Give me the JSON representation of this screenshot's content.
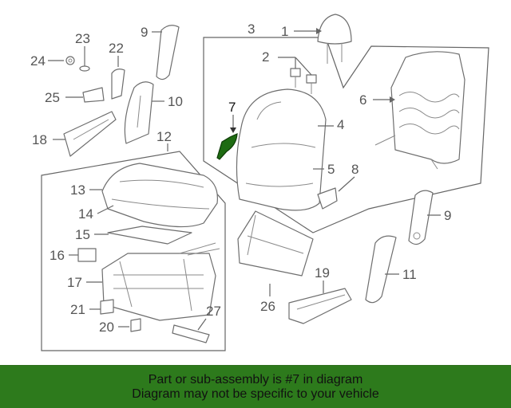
{
  "colors": {
    "highlight": "#1e6b12",
    "banner": "#2d7a1c",
    "part_stroke": "#6e6e6e",
    "label": "#555555"
  },
  "callouts": {
    "n1": "1",
    "n2": "2",
    "n3": "3",
    "n4": "4",
    "n5": "5",
    "n6": "6",
    "n7": "7",
    "n8": "8",
    "n9a": "9",
    "n9b": "9",
    "n10": "10",
    "n11": "11",
    "n12": "12",
    "n13": "13",
    "n14": "14",
    "n15": "15",
    "n16": "16",
    "n17": "17",
    "n18": "18",
    "n19": "19",
    "n20": "20",
    "n21": "21",
    "n22": "22",
    "n23": "23",
    "n24": "24",
    "n25": "25",
    "n26": "26",
    "n27": "27"
  },
  "banner": {
    "line1": "Part or sub-assembly is #7 in diagram",
    "line2": "Diagram may not be specific to your vehicle"
  }
}
